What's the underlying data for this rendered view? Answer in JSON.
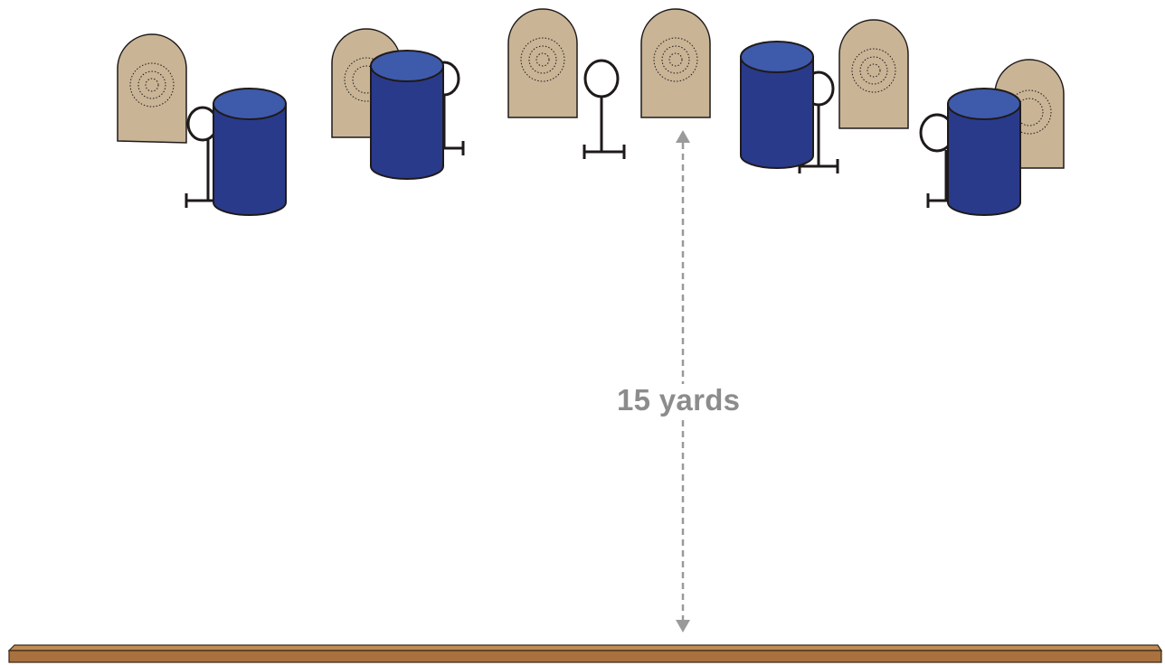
{
  "distance_label": "15 yards",
  "colors": {
    "target_fill": "#c9b496",
    "barrel_fill": "#2a3a8a",
    "barrel_top": "#3e5aab",
    "steel_outline": "#1f1a1a",
    "fault_line_fill": "#a8713e",
    "dimension_color": "#9a9a9a"
  },
  "stage": {
    "targets": [
      {
        "name": "paper-target-1",
        "icon": "paper-target-icon"
      },
      {
        "name": "paper-target-2",
        "icon": "paper-target-icon"
      },
      {
        "name": "paper-target-3",
        "icon": "paper-target-icon"
      },
      {
        "name": "paper-target-4",
        "icon": "paper-target-icon"
      },
      {
        "name": "paper-target-5",
        "icon": "paper-target-icon"
      },
      {
        "name": "paper-target-6",
        "icon": "paper-target-icon"
      }
    ],
    "steel_poppers": [
      {
        "name": "steel-plate-1",
        "icon": "steel-plate-icon"
      },
      {
        "name": "steel-plate-2",
        "icon": "steel-plate-icon"
      },
      {
        "name": "steel-plate-3",
        "icon": "steel-plate-icon"
      },
      {
        "name": "steel-plate-4",
        "icon": "steel-plate-icon"
      },
      {
        "name": "steel-plate-5",
        "icon": "steel-plate-icon"
      }
    ],
    "barrels": [
      {
        "name": "barrel-1",
        "icon": "barrel-icon"
      },
      {
        "name": "barrel-2",
        "icon": "barrel-icon"
      },
      {
        "name": "barrel-3",
        "icon": "barrel-icon"
      },
      {
        "name": "barrel-4",
        "icon": "barrel-icon"
      }
    ],
    "fault_line": {
      "name": "fault-line",
      "icon": "wood-plank-icon"
    }
  }
}
